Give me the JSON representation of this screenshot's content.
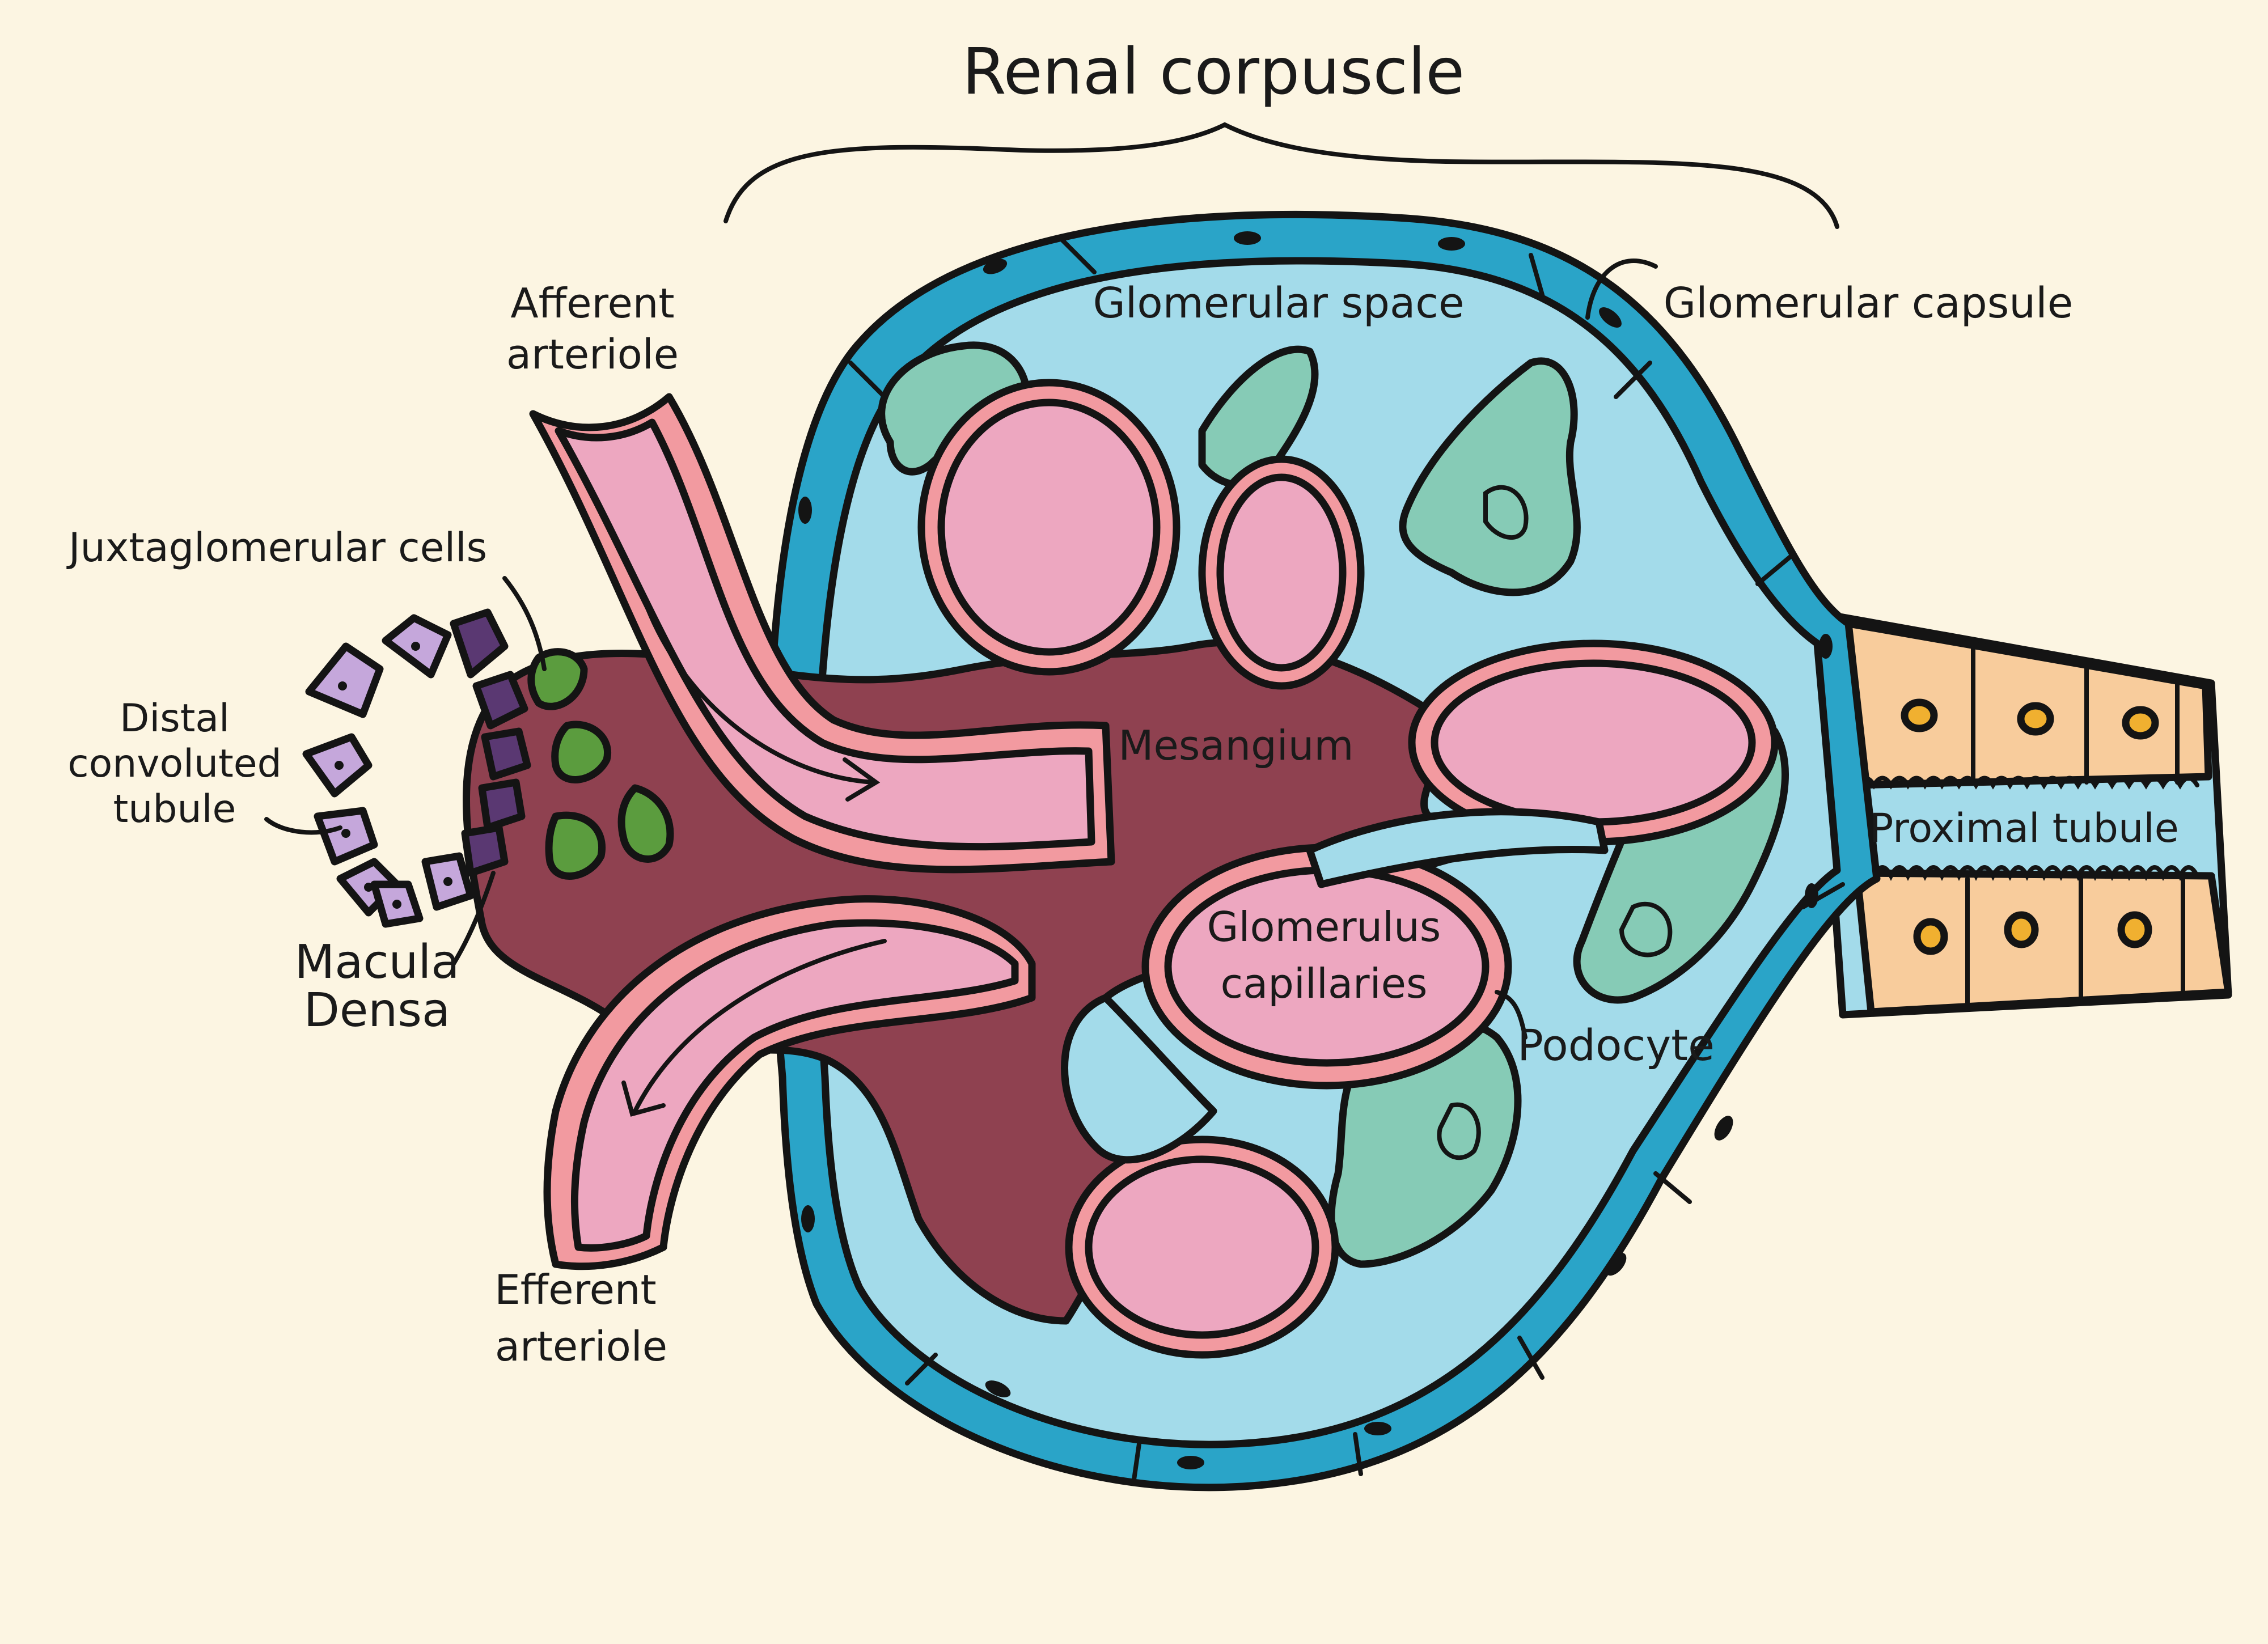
{
  "title": "Renal corpuscle",
  "labels": {
    "glomerular_space": "Glomerular space",
    "glomerular_capsule": "Glomerular capsule",
    "afferent_arteriole": [
      "Afferent",
      "arteriole"
    ],
    "juxtaglomerular_cells": "Juxtaglomerular cells",
    "distal_convoluted_tubule": [
      "Distal",
      "convoluted",
      "tubule"
    ],
    "mesangium": "Mesangium",
    "proximal_tubule": "Proximal tubule",
    "glomerulus_capillaries": [
      "Glomerulus",
      "capillaries"
    ],
    "podocyte": "Podocyte",
    "macula_densa": [
      "Macula",
      "Densa"
    ],
    "efferent_arteriole": [
      "Efferent",
      "arteriole"
    ]
  },
  "colors": {
    "background": "#fcf5e2",
    "capsule_wall": "#2aa4c8",
    "glomerular_space": "#a3dbea",
    "mesangium": "#8f4150",
    "capillary": "#eda7c0",
    "endothelium": "#f29aa0",
    "podocyte": "#86cbb6",
    "proximal_tubule": "#f8cc9c",
    "juxtaglomerular": "#5b9c3e",
    "macula_densa": "#5a3872",
    "distal_tubule": "#c5a7db",
    "outline": "#141414"
  }
}
